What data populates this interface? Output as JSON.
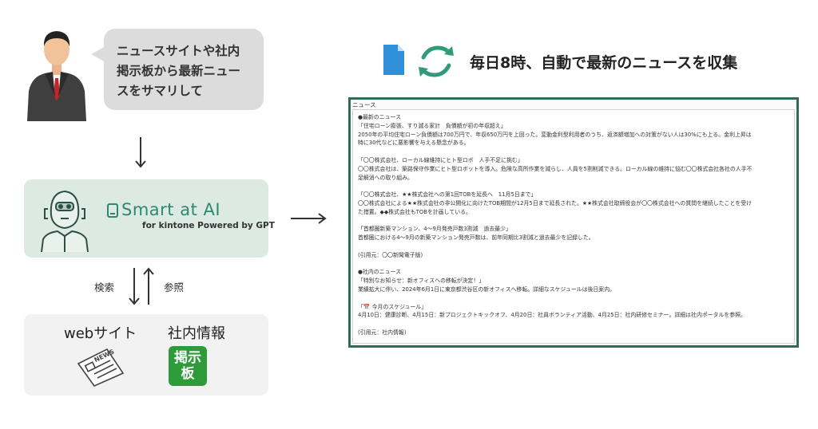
{
  "bubble": {
    "text": "ニュースサイトや社内\n掲示板から最新ニュー\nスをサマリして"
  },
  "brand": {
    "name": "Smart at AI",
    "sub": "for kintone Powered by GPT"
  },
  "arrows": {
    "search_label": "検索",
    "reference_label": "参照"
  },
  "sources": {
    "web_label": "webサイト",
    "intranet_label": "社内情報",
    "board_icon_text": "掲示\n板",
    "news_icon_text": "NEWS"
  },
  "header": {
    "text": "毎日8時、自動で最新のニュースを収集"
  },
  "panel": {
    "title": "ニュース",
    "lines": [
      "●最新のニュース",
      "「住宅ローン膨張、すり減る家計　負債額が初の年収超え」",
      "2050年の平均住宅ローン負債額は700万円で、年収650万円を上回った。変動金利型利用者のうち、返済額増加への対策がない人は30%にも上る。金利上昇は",
      "特に30代などに悪影響を与える懸念がある。",
      "",
      "「〇〇株式会社、ローカル線維持にヒト型ロボ　人手不足に挑む」",
      "〇〇株式会社は、築路保守作業にヒト型ロボットを導入。危険な高所作業を減らし、人員を5割削減できる。ローカル線の維持に悩む〇〇株式会社各社の人手不",
      "足解消への取り組み。",
      "",
      "「〇〇株式会社、★★株式会社への第1回TOBを延長へ　11月5日まで」",
      "〇〇株式会社による★★株式会社の非公開化に向けたTOB期間が12月5日まで延長された。★★株式会社取締役会が〇〇株式会社への質問を継続したことを受け",
      "た措置。◆◆株式会社もTOBを計画している。",
      "",
      "「首都圏新築マンション、4〜9月発売戸数3割減　過去最少」",
      "首都圏における4〜9月の新築マンション発売戸数は、前年同期比3割減と過去最少を記録した。",
      "",
      "(引用元：〇〇新聞電子版)",
      "",
      "●社内のニュース",
      "「特別なお知らせ：新オフィスへの移転が決定！」",
      "業績拡大に伴い、2024年6月1日に東京都渋谷区の新オフィスへ移転。詳細なスケジュールは後日案内。",
      "",
      "「📅 今月のスケジュール」",
      "4月10日：健康診断、4月15日：新プロジェクトキックオフ、4月20日：社員ボランティア活動、4月25日：社内研修セミナー。詳細は社内ポータルを参照。",
      "",
      "(引用元：社内情報)"
    ]
  },
  "colors": {
    "brand_green": "#2b8a6e",
    "panel_border": "#2f6b55",
    "board_green": "#2e9b3a",
    "cycle_green": "#2f9b7a",
    "doc_blue": "#2f8fd8"
  }
}
